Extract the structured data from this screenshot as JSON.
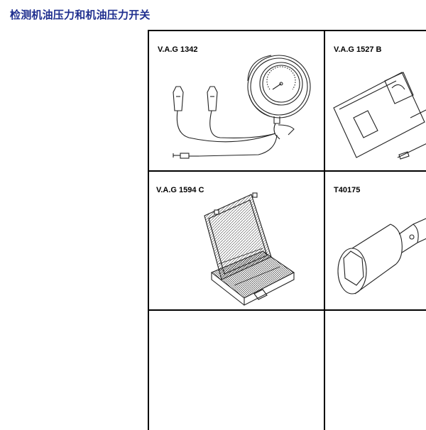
{
  "page": {
    "title": "检测机油压力和机油压力开关"
  },
  "tools": [
    {
      "label": "V.A.G 1342",
      "illustration": "pressure-gauge-with-clips"
    },
    {
      "label": "V.A.G 1527 B",
      "illustration": "voltage-tester-with-probes"
    },
    {
      "label": "V.A.G 1594 C",
      "illustration": "adapter-kit-case"
    },
    {
      "label": "T40175",
      "illustration": "socket-wrench"
    },
    {
      "label": "",
      "illustration": "empty"
    },
    {
      "label": "",
      "illustration": "empty"
    }
  ]
}
